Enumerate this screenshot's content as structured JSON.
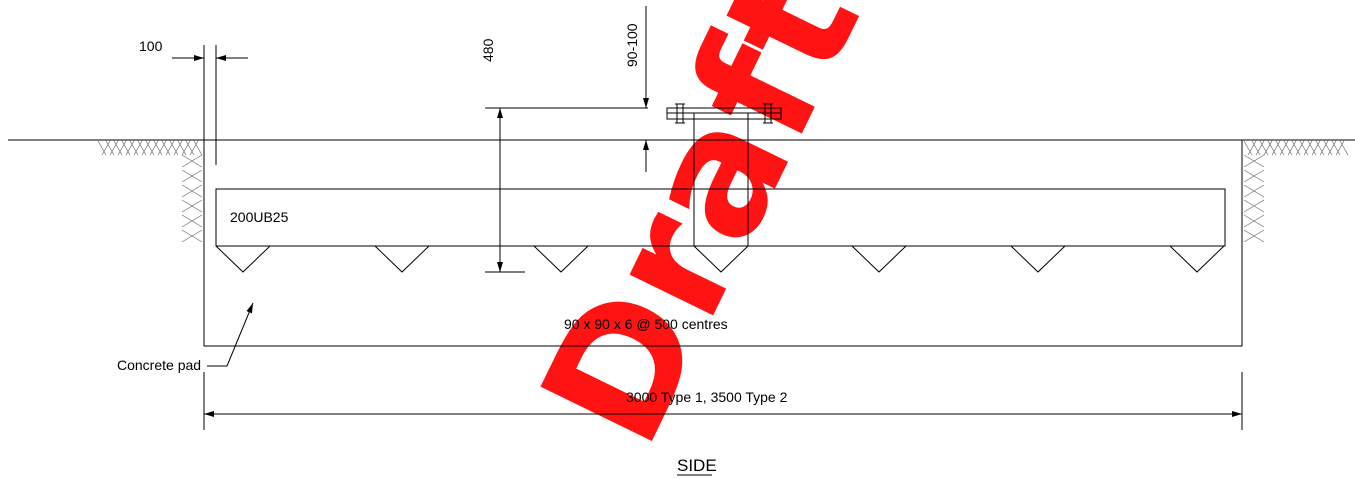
{
  "labels": {
    "dim_edge": "100",
    "dim_depth": "480",
    "dim_cover": "90-100",
    "beam": "200UB25",
    "angles": "90 x 90 x 6 @ 500 centres",
    "pad": "Concrete pad",
    "length": "3000 Type 1, 3500 Type 2",
    "view_title": "SIDE"
  },
  "watermark": "Draft - Fo",
  "colors": {
    "line": "#000000",
    "watermark": "#ff0000"
  }
}
